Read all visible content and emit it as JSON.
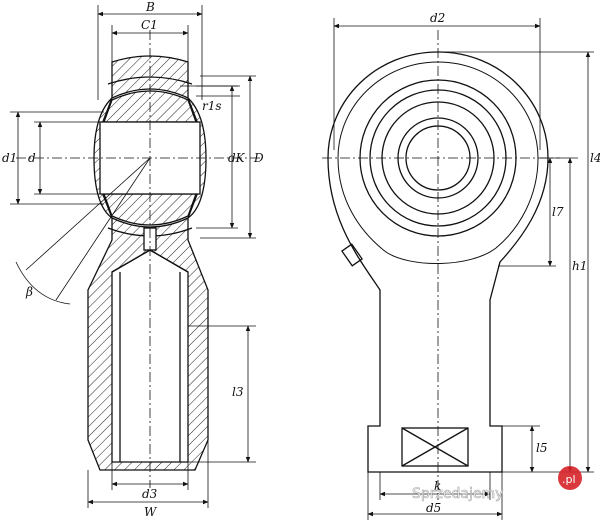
{
  "labels": {
    "B": "B",
    "C1": "C1",
    "r1s": "r1s",
    "d1": "d1",
    "d": "d",
    "dK": "dK",
    "D": "D",
    "beta": "β",
    "l3": "l3",
    "d3": "d3",
    "W": "W",
    "d2": "d2",
    "l4": "l4",
    "l7": "l7",
    "h1": "h1",
    "l5": "l5",
    "k": "k",
    "d5": "d5"
  },
  "watermark": {
    "text": "Sprzedajemy",
    "suffix": ".pl"
  },
  "colors": {
    "line": "#111111",
    "watermark_badge": "#d8232a"
  }
}
